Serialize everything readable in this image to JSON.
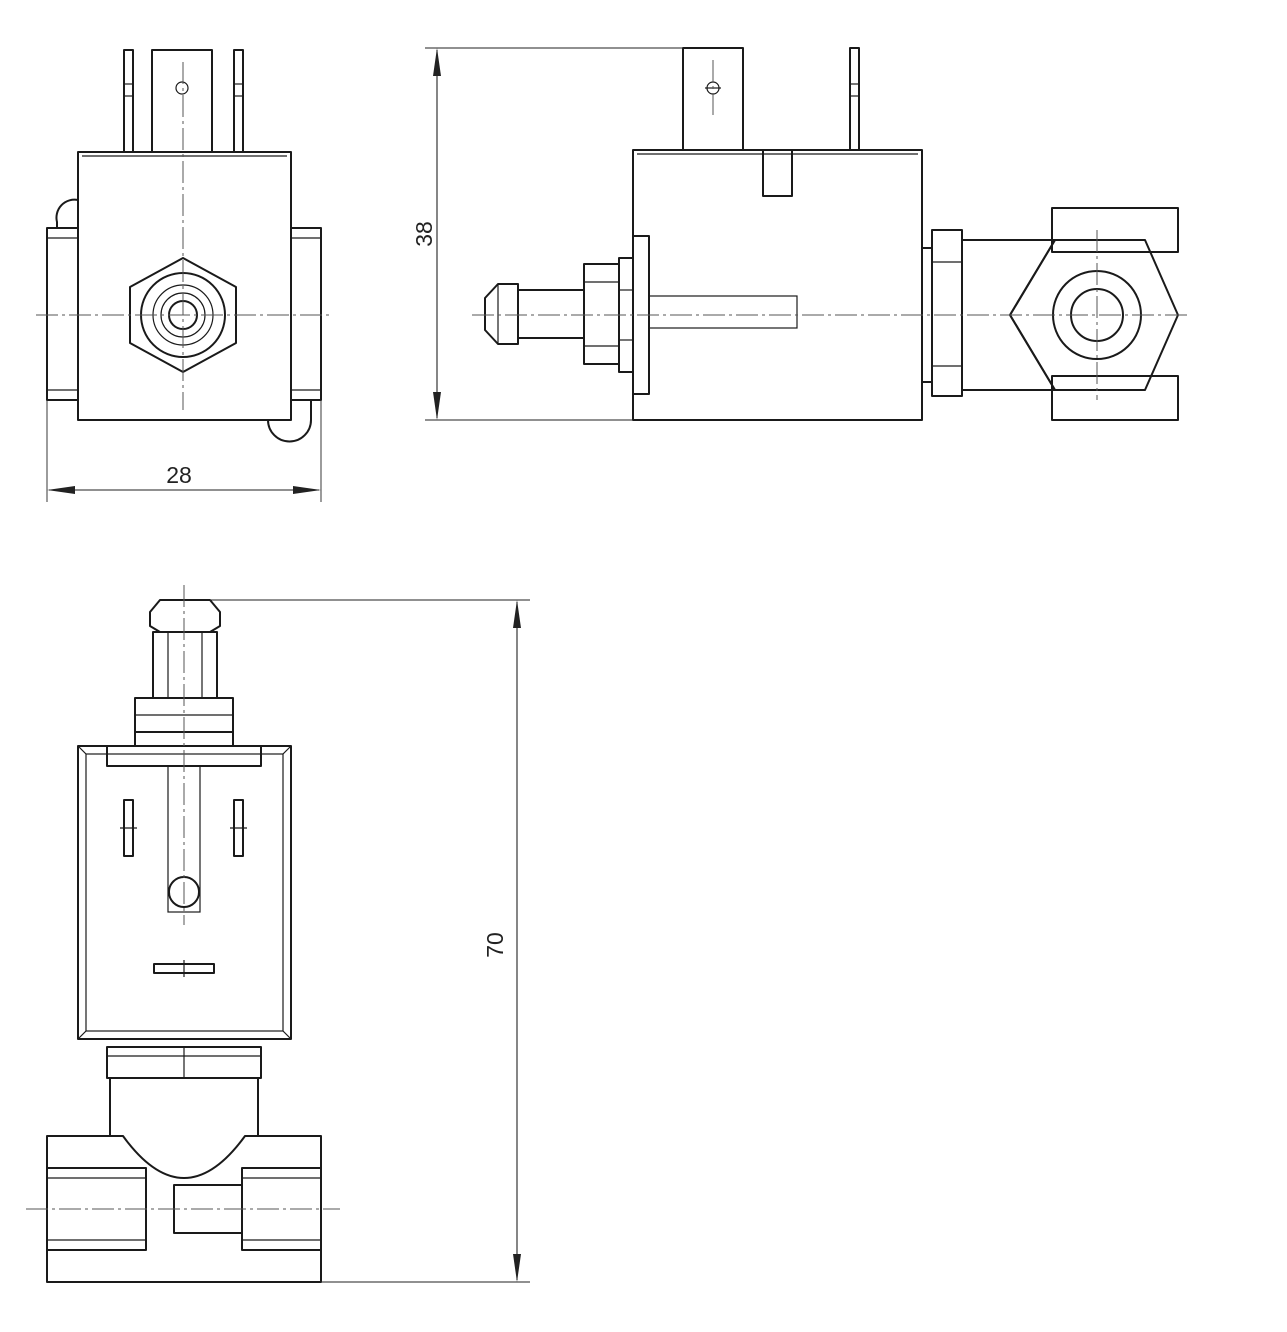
{
  "dimensions": {
    "width_front": "28",
    "height_side": "38",
    "length_top": "70"
  },
  "colors": {
    "line": "#1a1a1a",
    "background": "#ffffff"
  }
}
